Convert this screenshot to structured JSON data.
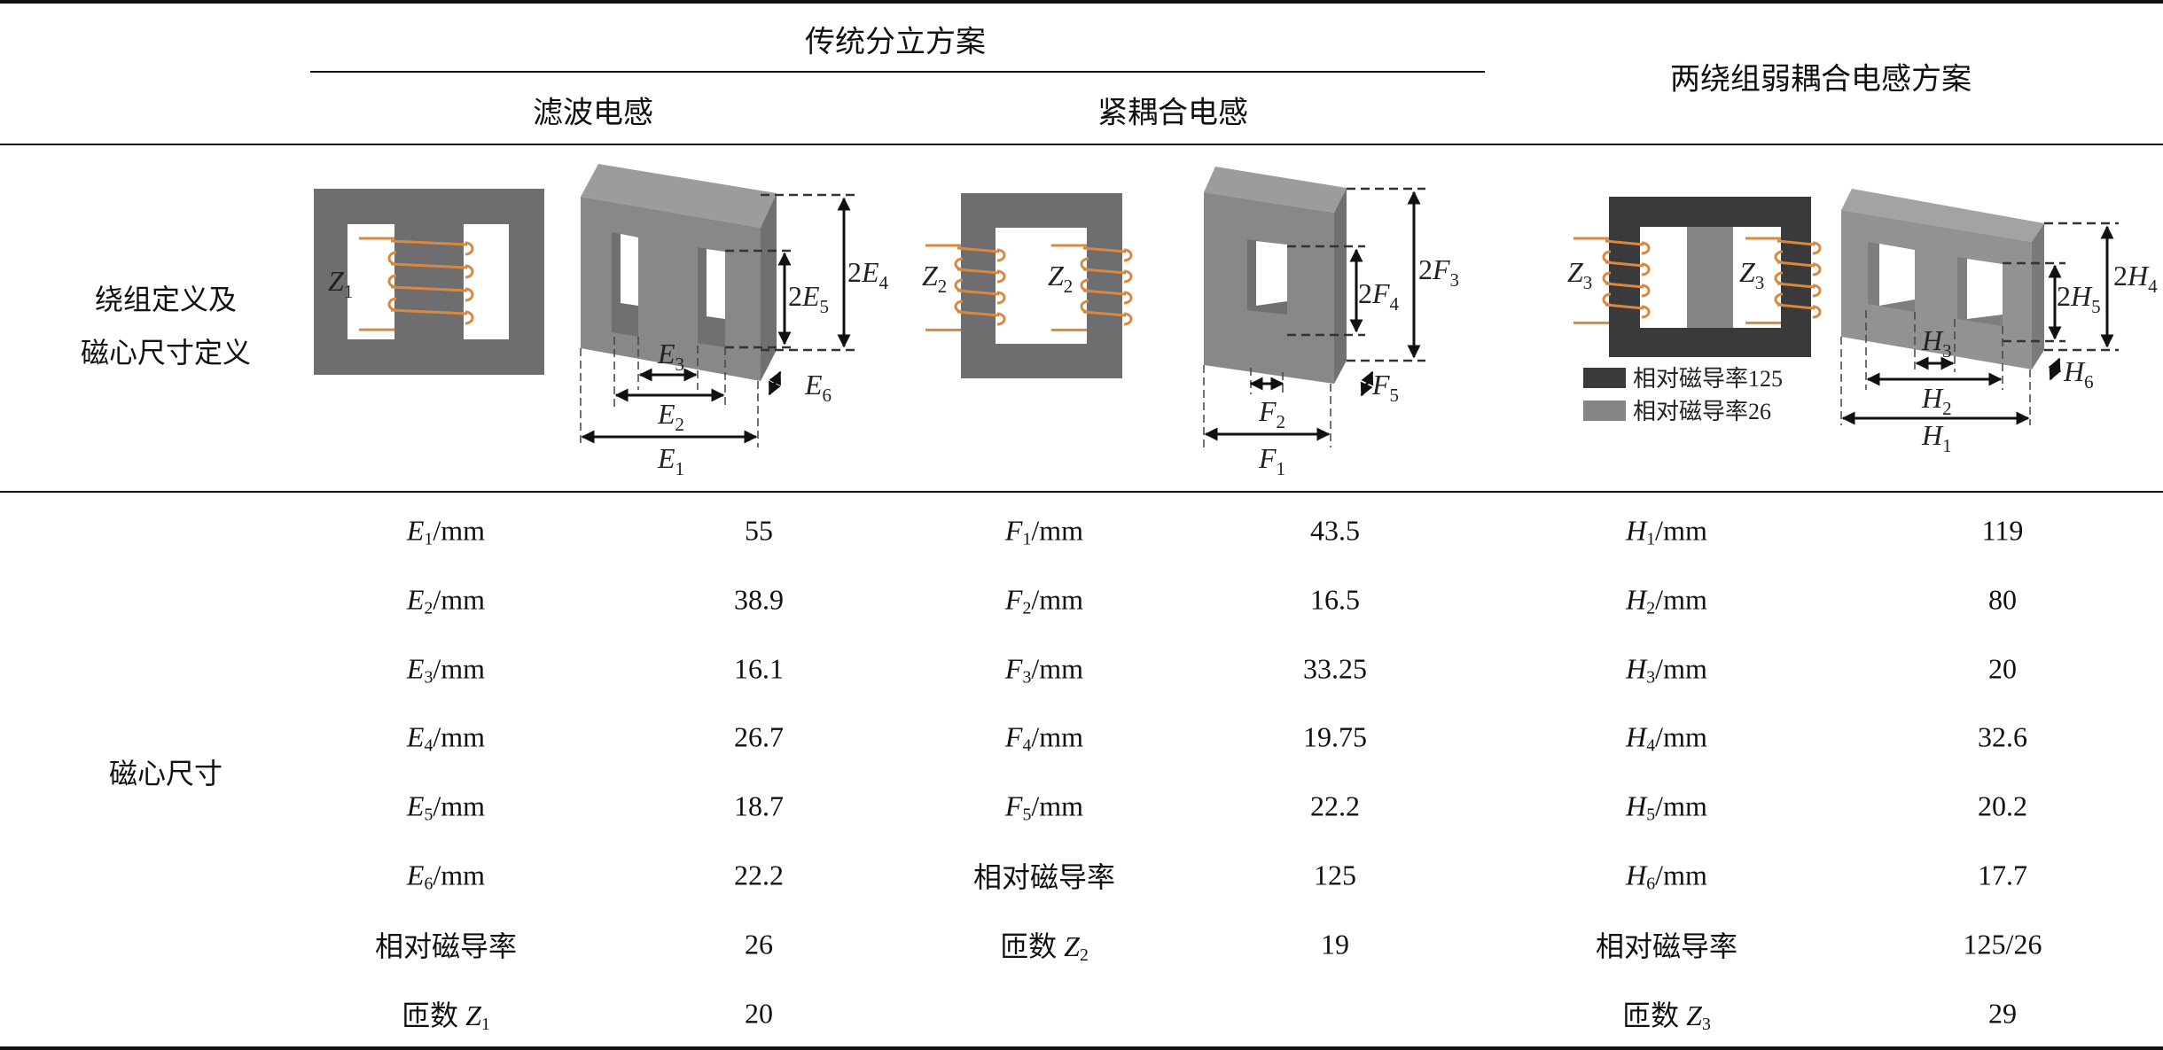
{
  "header": {
    "group_title": "传统分立方案",
    "col_filter": "滤波电感",
    "col_tight": "紧耦合电感",
    "col_weak": "两绕组弱耦合电感方案"
  },
  "row_labels": {
    "definition_line1": "绕组定义及",
    "definition_line2": "磁心尺寸定义",
    "dimensions": "磁心尺寸"
  },
  "figures": {
    "filter_labels": [
      {
        "pre": "",
        "sym": "Z",
        "sub": "1"
      },
      {
        "pre": "2",
        "sym": "E",
        "sub": "4"
      },
      {
        "pre": "2",
        "sym": "E",
        "sub": "5"
      },
      {
        "pre": "",
        "sym": "E",
        "sub": "3"
      },
      {
        "pre": "",
        "sym": "E",
        "sub": "6"
      },
      {
        "pre": "",
        "sym": "E",
        "sub": "2"
      },
      {
        "pre": "",
        "sym": "E",
        "sub": "1"
      }
    ],
    "tight_labels": [
      {
        "pre": "",
        "sym": "Z",
        "sub": "2"
      },
      {
        "pre": "",
        "sym": "Z",
        "sub": "2"
      },
      {
        "pre": "2",
        "sym": "F",
        "sub": "3"
      },
      {
        "pre": "2",
        "sym": "F",
        "sub": "4"
      },
      {
        "pre": "",
        "sym": "F",
        "sub": "5"
      },
      {
        "pre": "",
        "sym": "F",
        "sub": "2"
      },
      {
        "pre": "",
        "sym": "F",
        "sub": "1"
      }
    ],
    "weak_labels": [
      {
        "pre": "",
        "sym": "Z",
        "sub": "3"
      },
      {
        "pre": "",
        "sym": "Z",
        "sub": "3"
      },
      {
        "pre": "2",
        "sym": "H",
        "sub": "4"
      },
      {
        "pre": "2",
        "sym": "H",
        "sub": "5"
      },
      {
        "pre": "",
        "sym": "H",
        "sub": "3"
      },
      {
        "pre": "",
        "sym": "H",
        "sub": "6"
      },
      {
        "pre": "",
        "sym": "H",
        "sub": "2"
      },
      {
        "pre": "",
        "sym": "H",
        "sub": "1"
      }
    ],
    "legend": [
      {
        "label": "相对磁导率125",
        "color": "#3a3a3c"
      },
      {
        "label": "相对磁导率26",
        "color": "#858587"
      }
    ],
    "colors": {
      "core2d": "#6e6e70",
      "coil": "#d9893f"
    }
  },
  "table": {
    "filter": [
      {
        "label": {
          "pre": "",
          "sym": "E",
          "sub": "1",
          "unit": "/mm"
        },
        "value": "55"
      },
      {
        "label": {
          "pre": "",
          "sym": "E",
          "sub": "2",
          "unit": "/mm"
        },
        "value": "38.9"
      },
      {
        "label": {
          "pre": "",
          "sym": "E",
          "sub": "3",
          "unit": "/mm"
        },
        "value": "16.1"
      },
      {
        "label": {
          "pre": "",
          "sym": "E",
          "sub": "4",
          "unit": "/mm"
        },
        "value": "26.7"
      },
      {
        "label": {
          "pre": "",
          "sym": "E",
          "sub": "5",
          "unit": "/mm"
        },
        "value": "18.7"
      },
      {
        "label": {
          "pre": "",
          "sym": "E",
          "sub": "6",
          "unit": "/mm"
        },
        "value": "22.2"
      },
      {
        "label": {
          "pre": "相对磁导率",
          "sym": "",
          "sub": "",
          "unit": ""
        },
        "value": "26"
      },
      {
        "label": {
          "pre": "匝数 ",
          "sym": "Z",
          "sub": "1",
          "unit": ""
        },
        "value": "20"
      }
    ],
    "tight": [
      {
        "label": {
          "pre": "",
          "sym": "F",
          "sub": "1",
          "unit": "/mm"
        },
        "value": "43.5"
      },
      {
        "label": {
          "pre": "",
          "sym": "F",
          "sub": "2",
          "unit": "/mm"
        },
        "value": "16.5"
      },
      {
        "label": {
          "pre": "",
          "sym": "F",
          "sub": "3",
          "unit": "/mm"
        },
        "value": "33.25"
      },
      {
        "label": {
          "pre": "",
          "sym": "F",
          "sub": "4",
          "unit": "/mm"
        },
        "value": "19.75"
      },
      {
        "label": {
          "pre": "",
          "sym": "F",
          "sub": "5",
          "unit": "/mm"
        },
        "value": "22.2"
      },
      {
        "label": {
          "pre": "相对磁导率",
          "sym": "",
          "sub": "",
          "unit": ""
        },
        "value": "125"
      },
      {
        "label": {
          "pre": "匝数 ",
          "sym": "Z",
          "sub": "2",
          "unit": ""
        },
        "value": "19"
      }
    ],
    "weak": [
      {
        "label": {
          "pre": "",
          "sym": "H",
          "sub": "1",
          "unit": "/mm"
        },
        "value": "119"
      },
      {
        "label": {
          "pre": "",
          "sym": "H",
          "sub": "2",
          "unit": "/mm"
        },
        "value": "80"
      },
      {
        "label": {
          "pre": "",
          "sym": "H",
          "sub": "3",
          "unit": "/mm"
        },
        "value": "20"
      },
      {
        "label": {
          "pre": "",
          "sym": "H",
          "sub": "4",
          "unit": "/mm"
        },
        "value": "32.6"
      },
      {
        "label": {
          "pre": "",
          "sym": "H",
          "sub": "5",
          "unit": "/mm"
        },
        "value": "20.2"
      },
      {
        "label": {
          "pre": "",
          "sym": "H",
          "sub": "6",
          "unit": "/mm"
        },
        "value": "17.7"
      },
      {
        "label": {
          "pre": "相对磁导率",
          "sym": "",
          "sub": "",
          "unit": ""
        },
        "value": "125/26"
      },
      {
        "label": {
          "pre": "匝数 ",
          "sym": "Z",
          "sub": "3",
          "unit": ""
        },
        "value": "29"
      }
    ]
  }
}
